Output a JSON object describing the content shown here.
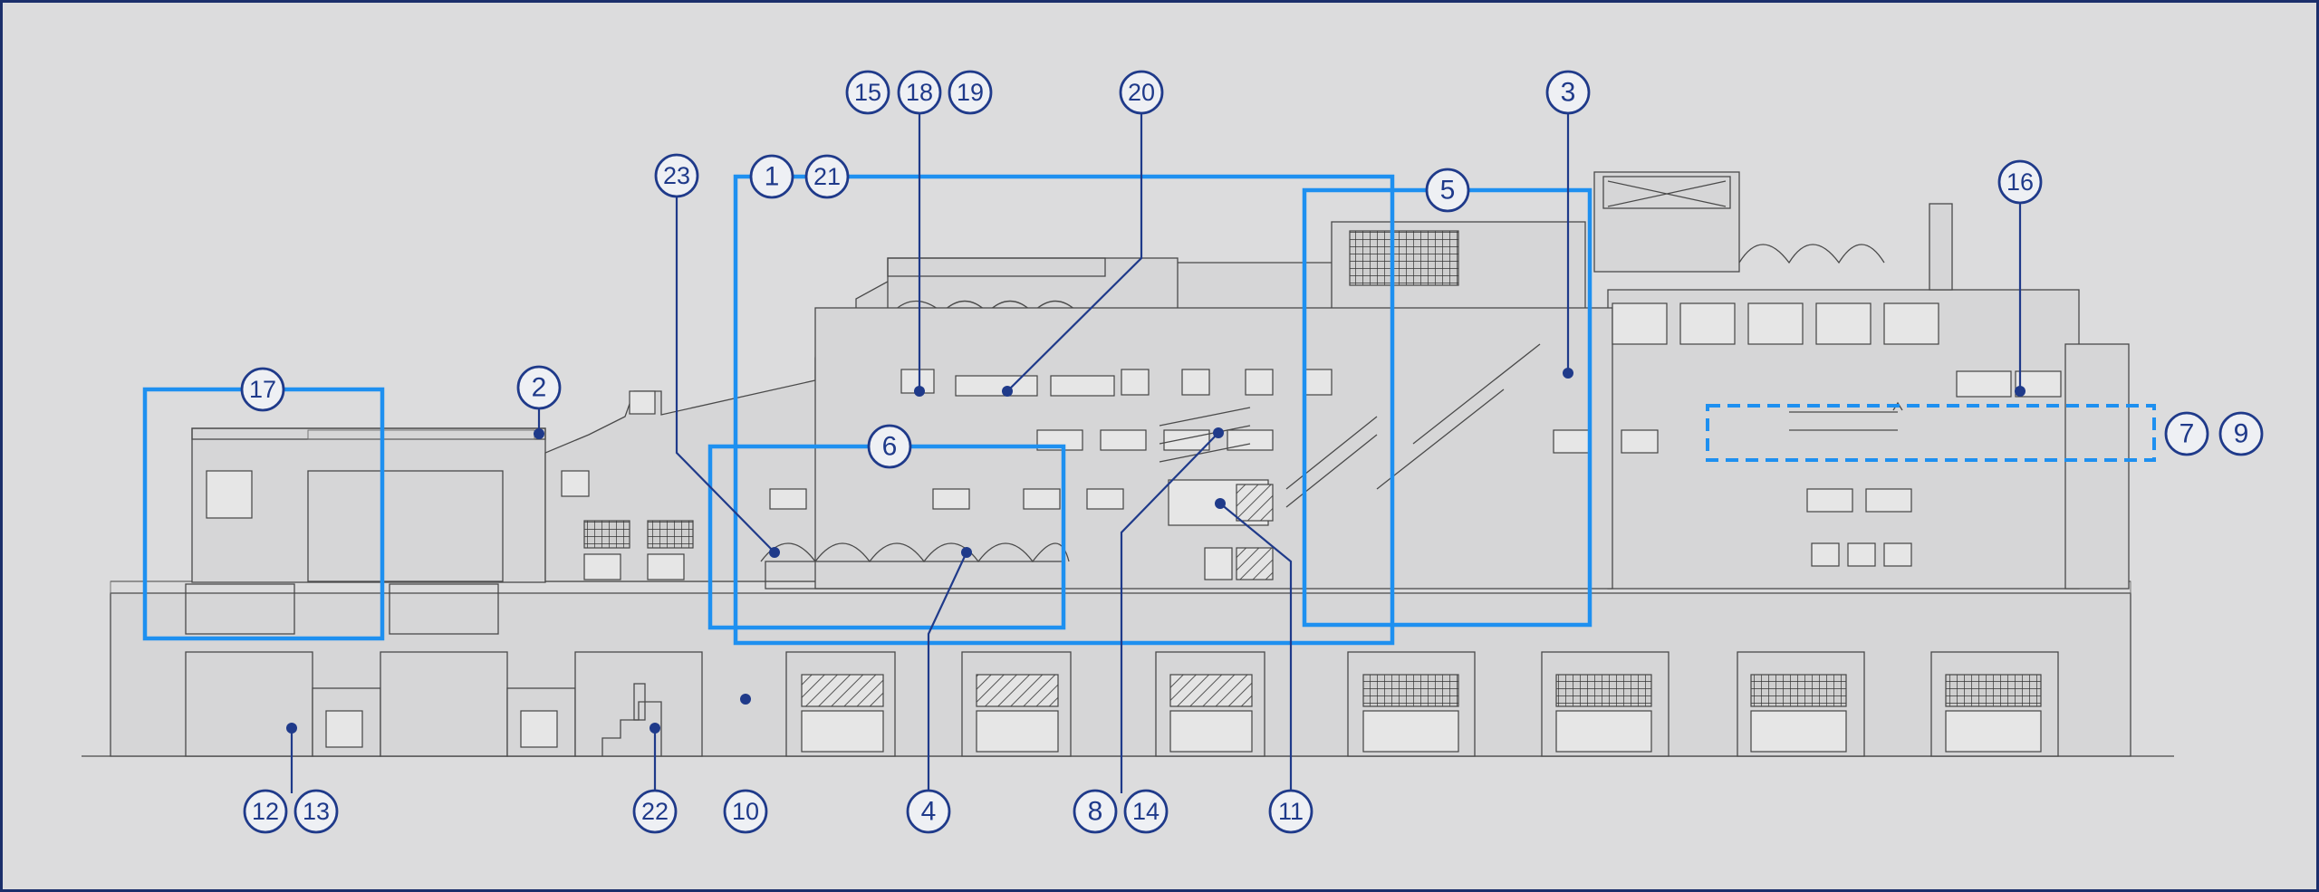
{
  "callouts": [
    {
      "id": "c1",
      "label": "1"
    },
    {
      "id": "c21",
      "label": "21"
    },
    {
      "id": "c2",
      "label": "2"
    },
    {
      "id": "c3",
      "label": "3"
    },
    {
      "id": "c4",
      "label": "4"
    },
    {
      "id": "c5",
      "label": "5"
    },
    {
      "id": "c6",
      "label": "6"
    },
    {
      "id": "c7",
      "label": "7"
    },
    {
      "id": "c9",
      "label": "9"
    },
    {
      "id": "c8",
      "label": "8"
    },
    {
      "id": "c14",
      "label": "14"
    },
    {
      "id": "c10",
      "label": "10"
    },
    {
      "id": "c11",
      "label": "11"
    },
    {
      "id": "c12",
      "label": "12"
    },
    {
      "id": "c13",
      "label": "13"
    },
    {
      "id": "c15",
      "label": "15"
    },
    {
      "id": "c18",
      "label": "18"
    },
    {
      "id": "c19",
      "label": "19"
    },
    {
      "id": "c16",
      "label": "16"
    },
    {
      "id": "c17",
      "label": "17"
    },
    {
      "id": "c20",
      "label": "20"
    },
    {
      "id": "c22",
      "label": "22"
    },
    {
      "id": "c23",
      "label": "23"
    }
  ],
  "colors": {
    "background": "#dcdcdd",
    "highlight": "#1e90f0",
    "callout": "#1f3a8a",
    "border": "#1b2f6b"
  }
}
